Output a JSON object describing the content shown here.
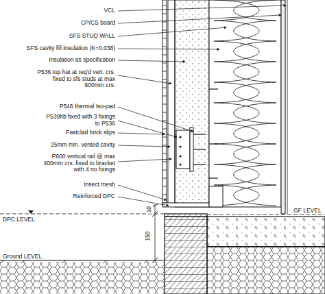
{
  "diagram": {
    "labels": [
      "VCL",
      "CP/CS board",
      "SFS STUD WALL",
      "SFS cavity fill insulation (K=0.038)",
      "Insulation as specification",
      "P536 top hat at req'd vert. crs. fixed to sfs studs at max 600mm crs.",
      "P546 thermal Iso-pad",
      "P539hb fixed with 3 fixings to P536",
      "Fastclad brick slips",
      "25mm min. vented cavity",
      "P600 vertical rail @ max 400mm crs. fixed to bracket with 4 no fixings",
      "Insect mesh",
      "Reinforced DPC",
      "DPC LEVEL",
      "10",
      "150",
      "GF LEVEL",
      "Ground LEVEL"
    ]
  }
}
